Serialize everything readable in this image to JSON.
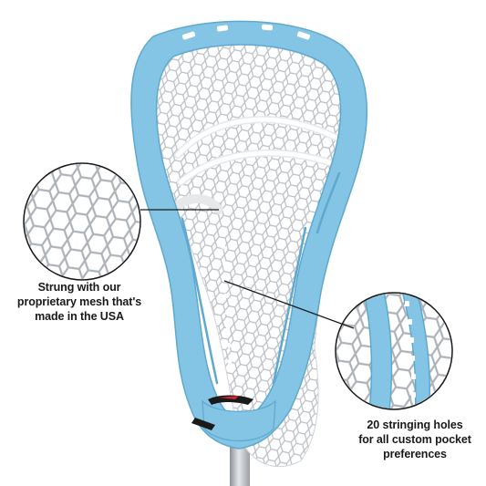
{
  "colors": {
    "head": "#84c4e4",
    "head_shadow": "#5fa9cf",
    "head_highlight": "#b5def2",
    "mesh": "#ffffff",
    "mesh_edge": "#c9ccd0",
    "handle": "#b8bcc0",
    "callout_line": "#1a1a1a"
  },
  "callouts": {
    "mesh": {
      "lines": [
        "Strung with our",
        "proprietary mesh that's",
        "made in the USA"
      ]
    },
    "holes": {
      "lines": [
        "20 stringing holes",
        "for all custom pocket",
        "preferences"
      ]
    }
  },
  "icons": {
    "mesh_zoom": "mesh-closeup-icon",
    "holes_zoom": "sidewall-closeup-icon",
    "logo": "brand-logo-icon"
  }
}
